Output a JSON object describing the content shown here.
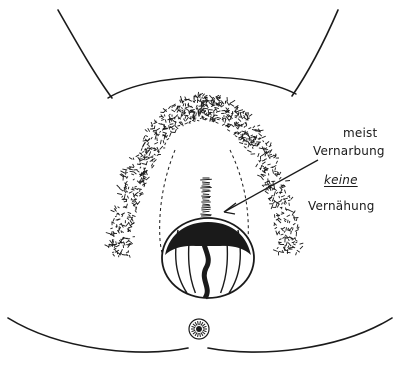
{
  "annotation": {
    "line1": "meist",
    "line2": "Vernarbung",
    "line3": "keine",
    "line4": "Vernähung"
  },
  "colors": {
    "ink": "#1a1a1a",
    "paper": "#ffffff"
  }
}
